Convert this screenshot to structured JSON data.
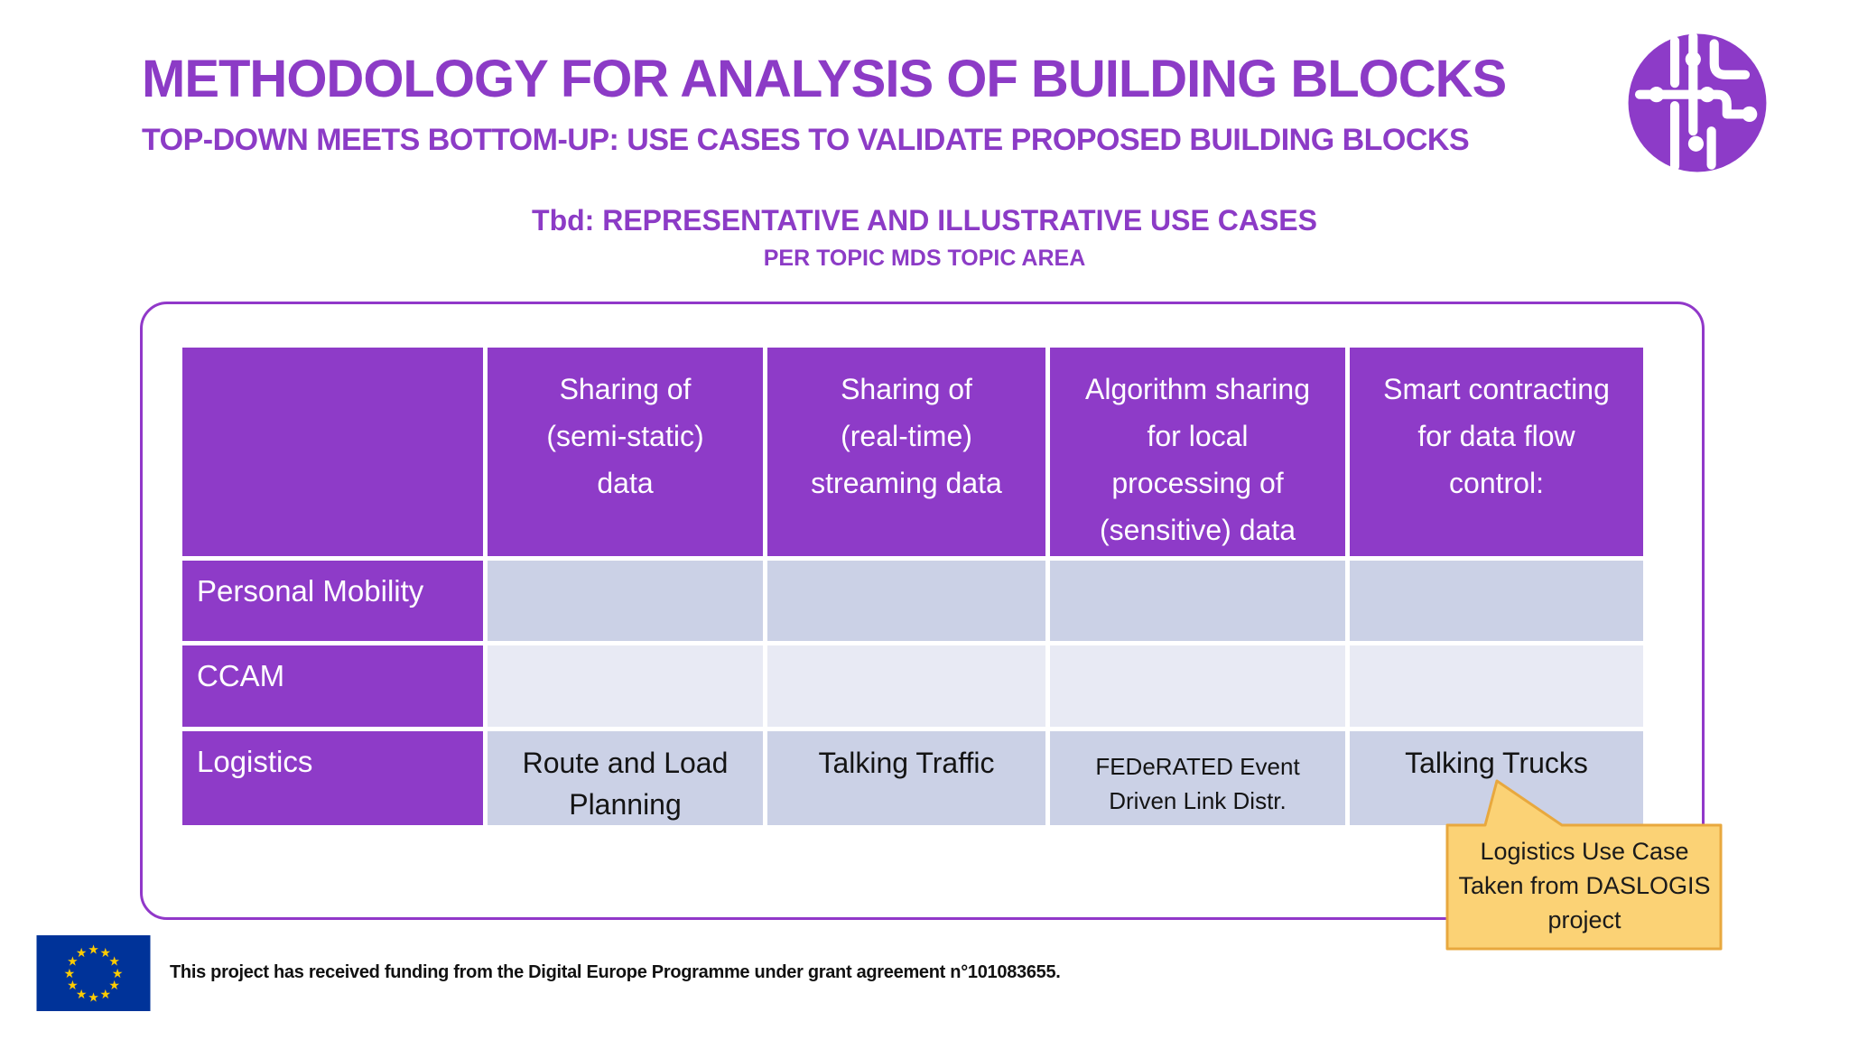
{
  "slide": {
    "title": "METHODOLOGY FOR ANALYSIS OF BUILDING BLOCKS",
    "subtitle": "TOP-DOWN MEETS BOTTOM-UP: USE CASES TO VALIDATE PROPOSED BUILDING BLOCKS",
    "heading": "Tbd: REPRESENTATIVE AND ILLUSTRATIVE USE CASES",
    "subheading": "PER TOPIC MDS TOPIC AREA"
  },
  "table": {
    "column_headers": [
      "",
      "Sharing of\n(semi-static)\ndata",
      "Sharing of\n(real-time)\nstreaming data",
      "Algorithm sharing\nfor local\nprocessing of\n(sensitive) data",
      "Smart contracting\nfor data flow\ncontrol:"
    ],
    "rows": [
      {
        "label": "Personal Mobility",
        "cells": [
          "",
          "",
          "",
          ""
        ]
      },
      {
        "label": "CCAM",
        "cells": [
          "",
          "",
          "",
          ""
        ]
      },
      {
        "label": "Logistics",
        "cells": [
          "Route and Load\nPlanning",
          "Talking Traffic",
          "FEDeRATED Event\nDriven Link Distr.",
          "Talking Trucks"
        ]
      }
    ]
  },
  "callout": {
    "lines": [
      "Logistics Use Case",
      "Taken from DASLOGIS",
      "project"
    ]
  },
  "footer": {
    "funding_text": "This project has received funding from the Digital Europe Programme under grant agreement n°101083655."
  },
  "icons": {
    "logo": "circuit-network-logo",
    "flag": "eu-flag"
  },
  "colors": {
    "accent_purple": "#8C3BC6",
    "table_header_purple": "#8E3BC8",
    "frame_border_purple": "#9138C9",
    "row_light_lavender": "#CBD1E6",
    "row_lighter_lavender": "#E8EAF4",
    "callout_fill": "#FBD275",
    "callout_border": "#E8A83E",
    "eu_blue": "#003399",
    "eu_star_yellow": "#FFCC00"
  }
}
